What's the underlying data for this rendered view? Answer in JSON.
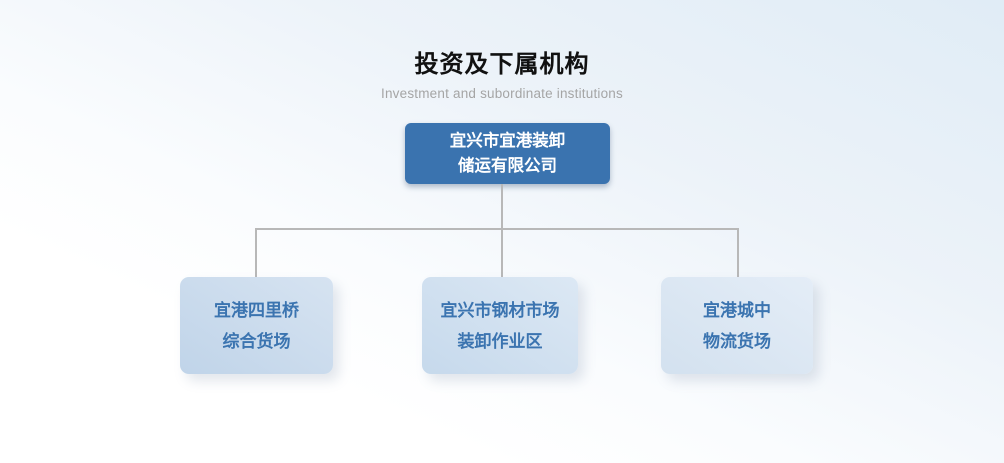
{
  "header": {
    "title": "投资及下属机构",
    "subtitle": "Investment and subordinate institutions"
  },
  "org_chart": {
    "root": {
      "line1": "宜兴市宜港装卸",
      "line2": "储运有限公司"
    },
    "children": [
      {
        "line1": "宜港四里桥",
        "line2": "综合货场"
      },
      {
        "line1": "宜兴市钢材市场",
        "line2": "装卸作业区"
      },
      {
        "line1": "宜港城中",
        "line2": "物流货场"
      }
    ]
  },
  "colors": {
    "root_box_bg": "#3a73af",
    "root_box_text": "#ffffff",
    "child_box_bg_start": "#c3d6ea",
    "child_box_bg_end": "#dde8f4",
    "child_box_text": "#3b74b0",
    "connector_line": "#b8b8b8",
    "title_text": "#111111",
    "subtitle_text": "#a5a5a5",
    "background_top": "#e3eef7",
    "background_bottom": "#ffffff"
  }
}
